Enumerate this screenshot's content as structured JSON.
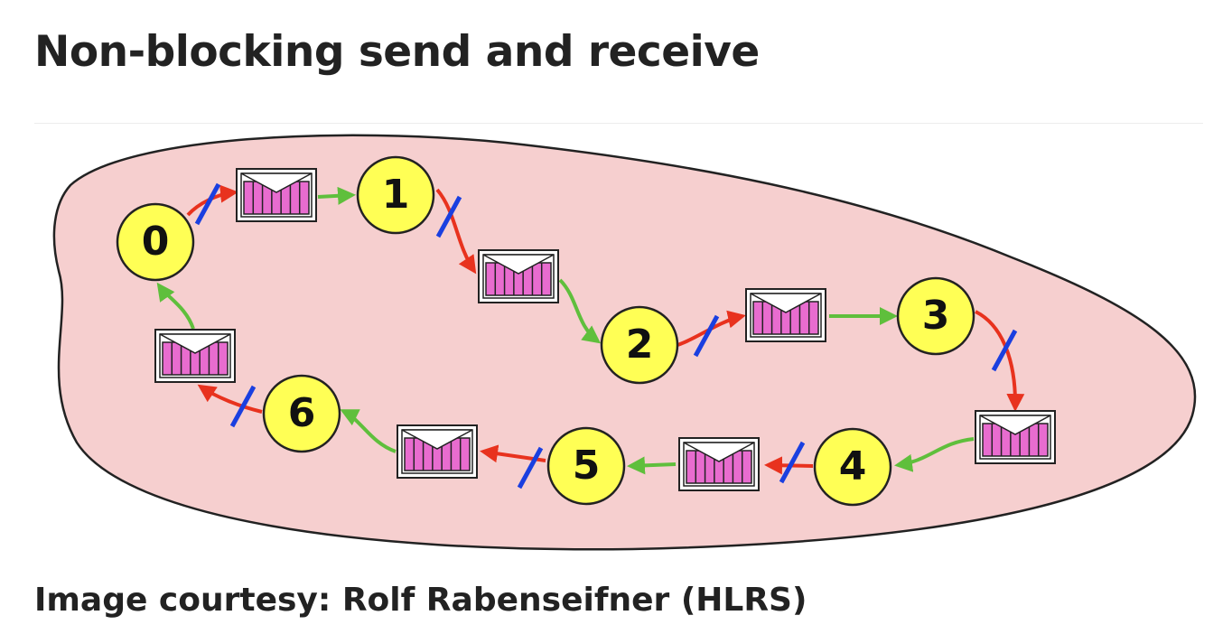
{
  "title": "Non-blocking send and receive",
  "caption": "Image courtesy: Rolf Rabenseifner (HLRS)",
  "diagram": {
    "nodes": [
      "0",
      "1",
      "2",
      "3",
      "4",
      "5",
      "6"
    ],
    "colors": {
      "region_fill": "#f6cfcf",
      "region_stroke": "#222222",
      "node_fill": "#ffff55",
      "send_arrow": "#e8321e",
      "receive_arrow": "#5fbf3c",
      "send_marker": "#1a3fe0",
      "message_body": "#e86ccf"
    }
  }
}
